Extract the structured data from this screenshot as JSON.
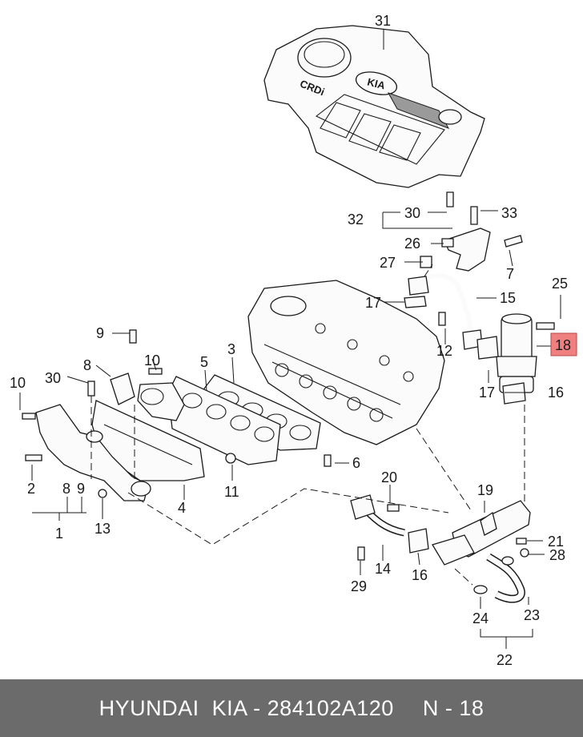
{
  "diagram": {
    "engine_cover_logo": "KIA",
    "engine_cover_badge": "CRDi",
    "callouts": {
      "c31": "31",
      "c30a": "30",
      "c33": "33",
      "c32": "32",
      "c26": "26",
      "c7": "7",
      "c27": "27",
      "c25": "25",
      "c17a": "17",
      "c15": "15",
      "c9a": "9",
      "c10a": "10",
      "c18": "18",
      "c12": "12",
      "c5": "5",
      "c3": "3",
      "c8a": "8",
      "c10b": "10",
      "c30b": "30",
      "c17b": "17",
      "c16a": "16",
      "c6": "6",
      "c2": "2",
      "c8b": "8",
      "c9b": "9",
      "c11": "11",
      "c4": "4",
      "c20": "20",
      "c19": "19",
      "c13": "13",
      "c1": "1",
      "c21": "21",
      "c28": "28",
      "c14": "14",
      "c16b": "16",
      "c29": "29",
      "c24": "24",
      "c23": "23",
      "c22": "22"
    },
    "highlight_color": "#f08080"
  },
  "footer": {
    "brand": "HYUNDAI  KIA - 284102A120",
    "page": "N - 18"
  }
}
